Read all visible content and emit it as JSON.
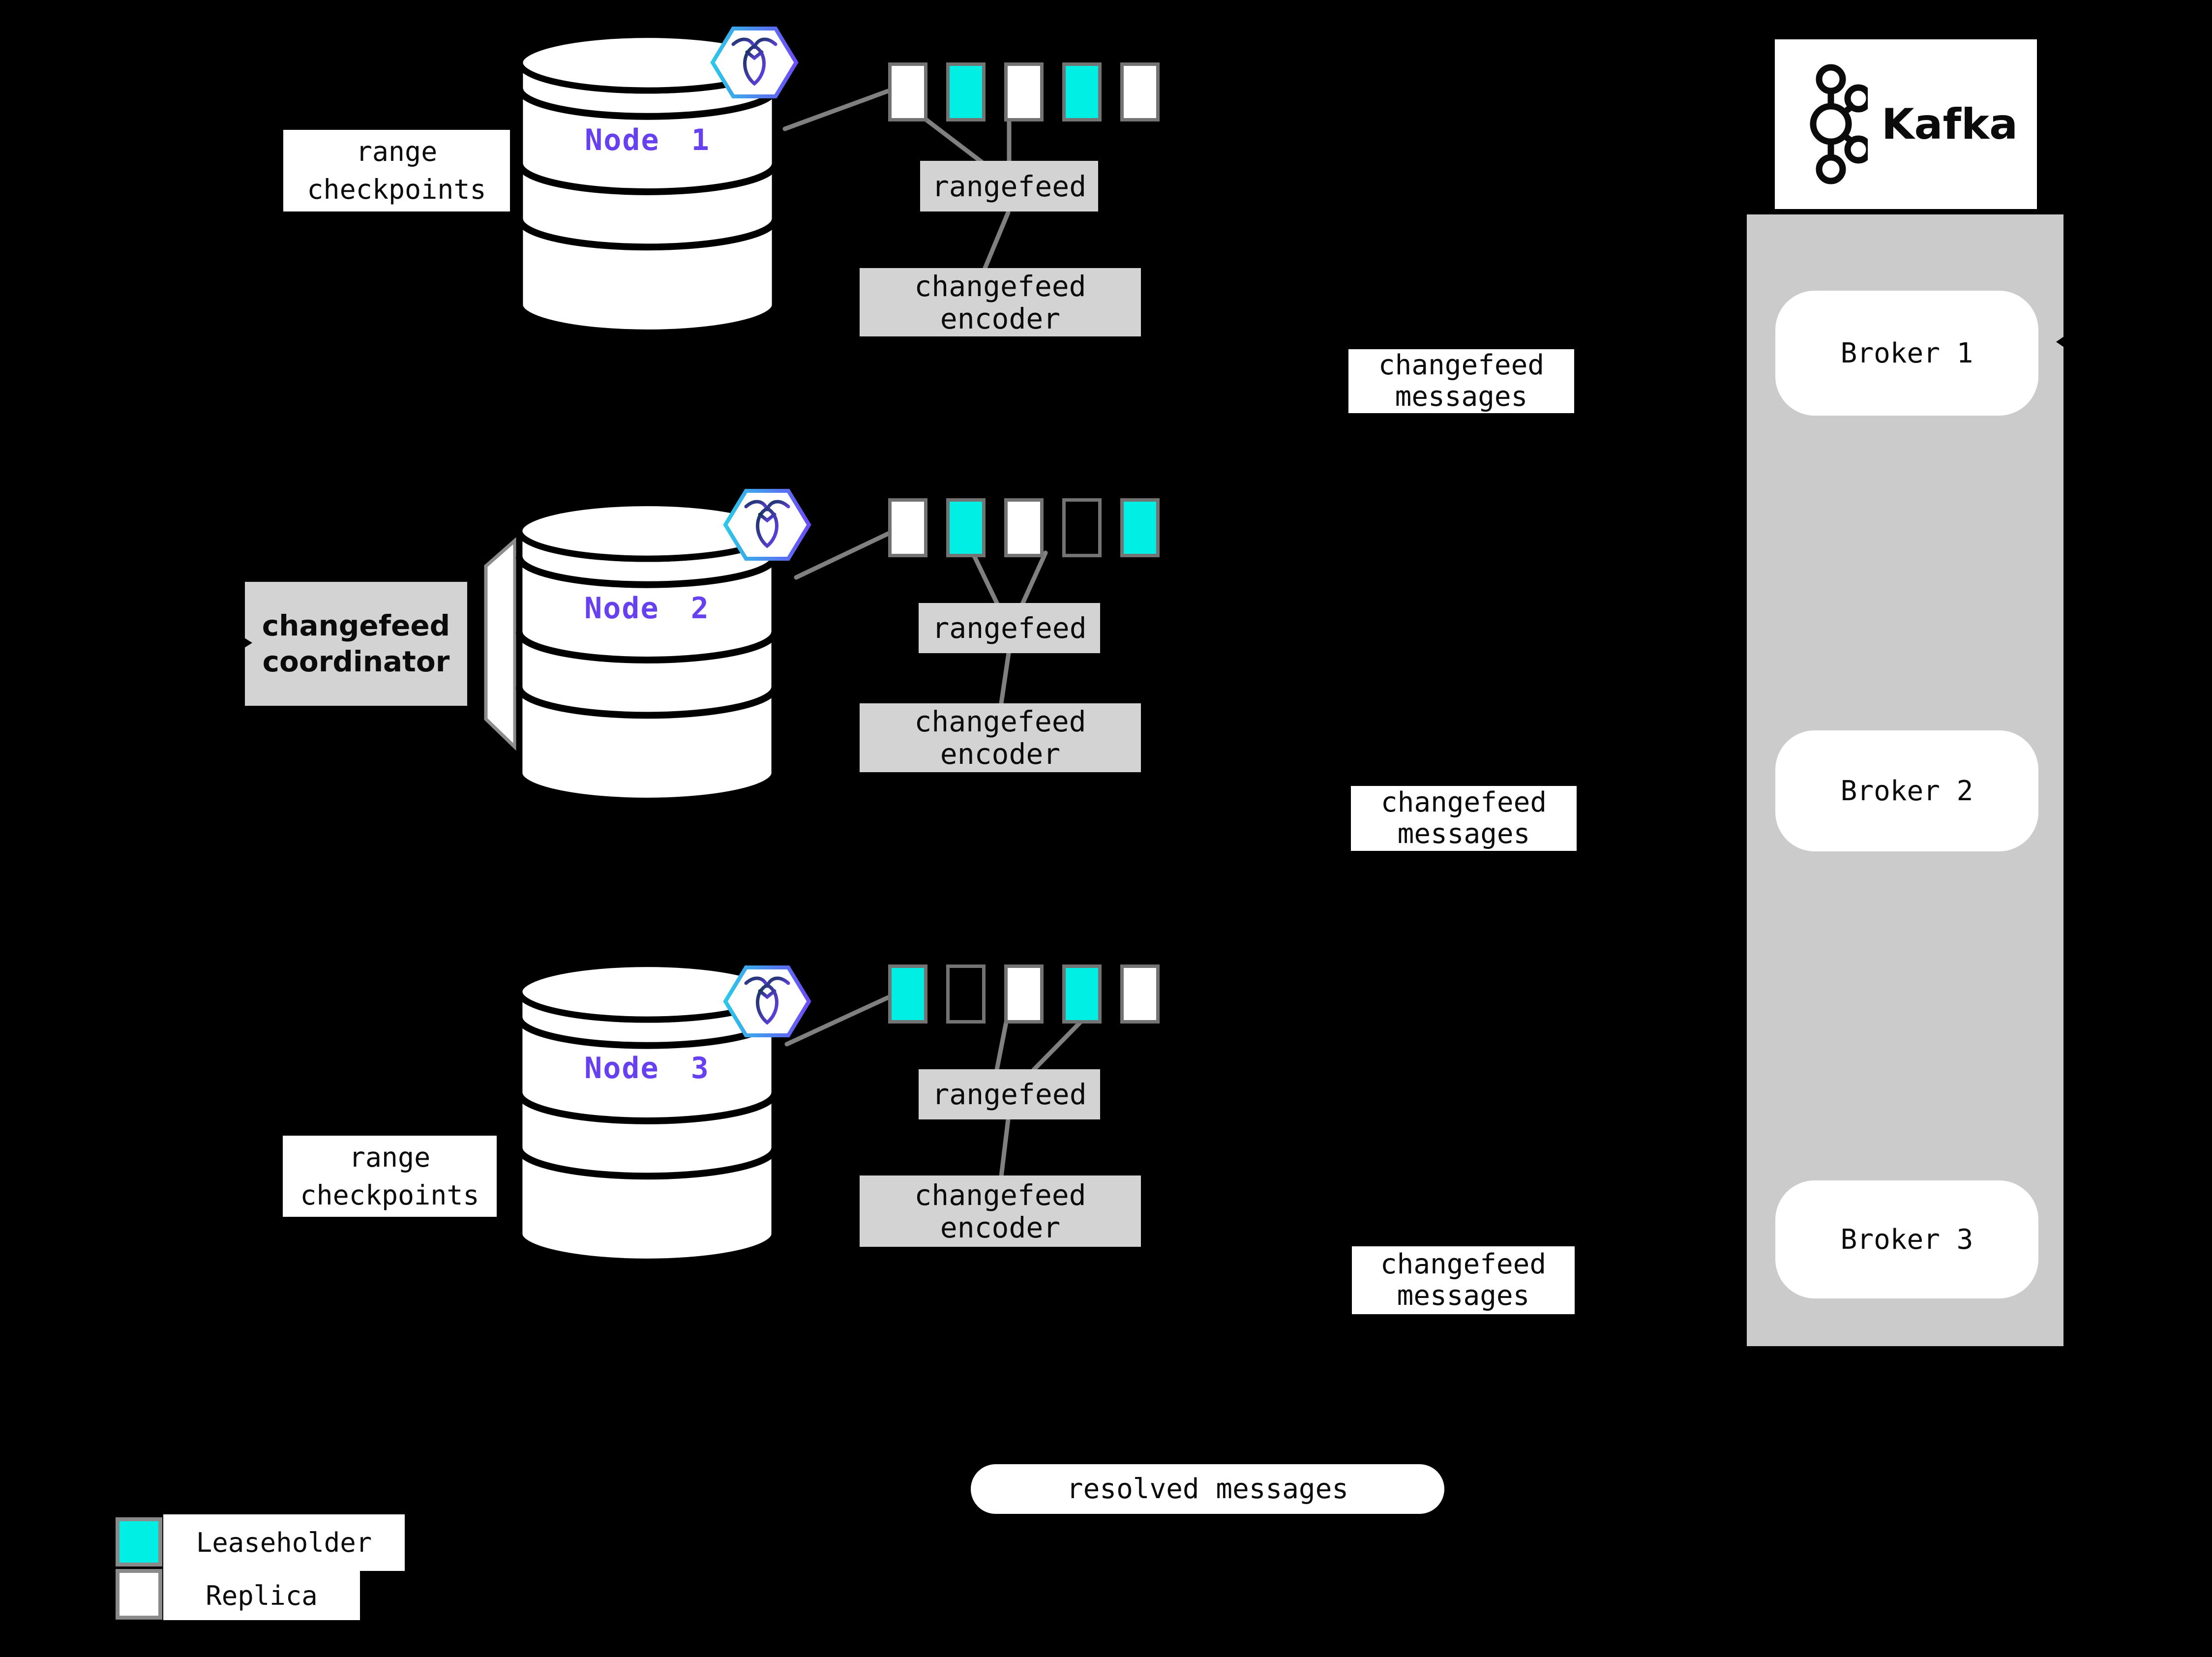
{
  "title": "changefeed architecture diagram",
  "colors": {
    "background": "#000000",
    "leaseholder_cyan": "#00efe5",
    "node_label_purple": "#6741f0",
    "process_box_gray": "#d3d3d3",
    "kafka_container_gray": "#cbcbcb",
    "connector_gray": "#808080",
    "cell_border_gray": "#737373"
  },
  "nodes": [
    {
      "label": "Node 1",
      "cells": [
        "replica",
        "leaseholder",
        "replica",
        "leaseholder",
        "replica"
      ]
    },
    {
      "label": "Node 2",
      "cells": [
        "replica",
        "leaseholder",
        "replica",
        "empty",
        "leaseholder"
      ]
    },
    {
      "label": "Node 3",
      "cells": [
        "leaseholder",
        "empty",
        "replica",
        "leaseholder",
        "replica"
      ]
    }
  ],
  "labels": {
    "rangefeed": "rangefeed",
    "encoder_line1": "changefeed",
    "encoder_line2": "encoder",
    "messages_line1": "changefeed",
    "messages_line2": "messages",
    "checkpoints_line1": "range",
    "checkpoints_line2": "checkpoints",
    "coordinator_line1": "changefeed",
    "coordinator_line2": "coordinator",
    "resolved": "resolved messages"
  },
  "kafka": {
    "wordmark": "Kafka",
    "brokers": [
      "Broker 1",
      "Broker 2",
      "Broker 3"
    ]
  },
  "legend": {
    "leaseholder_label": "Leaseholder",
    "replica_label": "Replica"
  },
  "icons": {
    "cockroachdb_hexagon": "cockroachdb-logo-icon",
    "kafka_circles": "kafka-logo-icon",
    "database_cylinder": "database-cylinder-icon"
  }
}
